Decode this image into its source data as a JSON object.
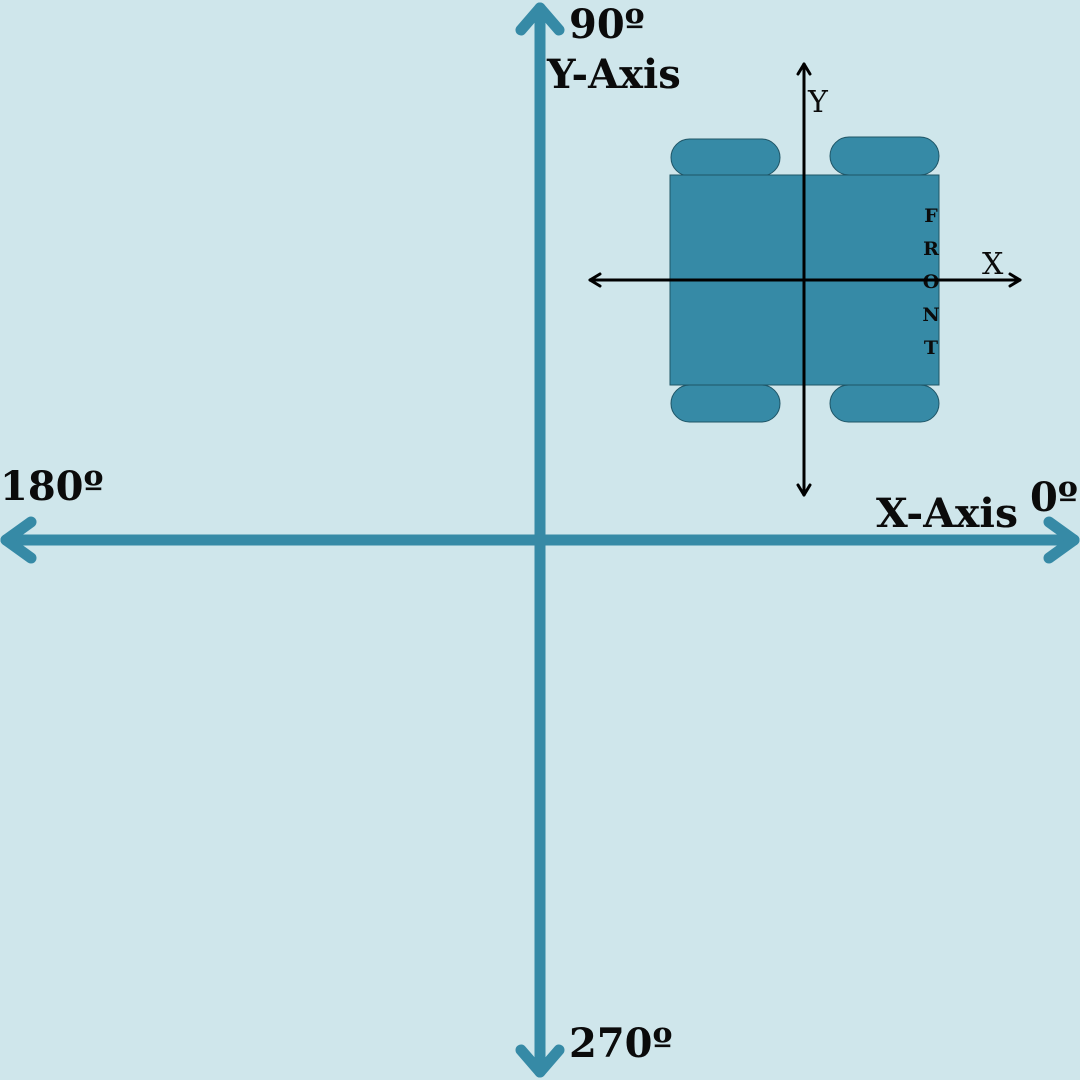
{
  "colors": {
    "background": "#cfe6eb",
    "main_axis": "#368aa6",
    "robot_body": "#368aa6",
    "robot_axis": "#000000",
    "text": "#0b0b0b"
  },
  "main_axes": {
    "y_axis_label": "Y-Axis",
    "x_axis_label": "X-Axis",
    "angle_top": "90º",
    "angle_left": "180º",
    "angle_right": "0º",
    "angle_bottom": "270º"
  },
  "robot": {
    "local_y_label": "Y",
    "local_x_label": "X",
    "front_letters": [
      "F",
      "R",
      "O",
      "N",
      "T"
    ]
  }
}
